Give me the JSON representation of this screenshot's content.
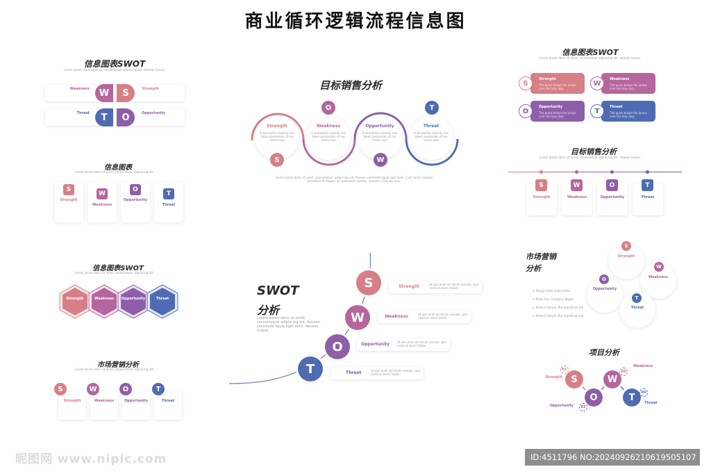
{
  "page_title": "商业循环逻辑流程信息图",
  "letters": {
    "s": "S",
    "w": "W",
    "o": "O",
    "t": "T"
  },
  "labels": {
    "strength": "Strength",
    "weakness": "Weakness",
    "opportunity": "Opportunity",
    "threat": "Threat"
  },
  "panel_swot_top": {
    "title": "信息图表SWOT"
  },
  "panel_info": {
    "title": "信息图表"
  },
  "panel_hex": {
    "title": "信息图表SWOT"
  },
  "panel_market": {
    "title": "市场营销分析"
  },
  "panel_sales_center": {
    "title": "目标销售分析",
    "desc": "A wonderful serenity has taken possession of my entire soul",
    "footer": "Lorem ipsum dolor sit amet, consectetuer adipiscing elit, Aenean commodo ligula eget dolor. Cum sociis natoque penatibus et magnis dis parturient montes, nascetur ridiculus mus."
  },
  "panel_swot_center": {
    "title_line1": "SWOT",
    "title_line2": "分析",
    "desc": "Lorem ipsum dolor sit amet, consectetuer adipiscing elit, Aenean commodo ligula eget dolor. Aenean massa.",
    "row_text": "Ut wisi enim ad minim veniam, quis nostrud exerci tation"
  },
  "panel_swot_right": {
    "title": "信息图表SWOT",
    "desc": "The quick brown fox jumps over the lazy dog."
  },
  "panel_sales_right": {
    "title": "目标销售分析"
  },
  "panel_market_right": {
    "title_line1": "市场营销",
    "title_line2": "分析",
    "checks": [
      "Design Adds Value Faster",
      "Make Your Company Bigger",
      "Make It Simple, But Significant Job",
      "Make It Simple, But Significant Job"
    ]
  },
  "panel_project": {
    "title": "项目分析",
    "nums": [
      "01",
      "02",
      "03",
      "04"
    ]
  },
  "watermark": {
    "left": "昵图网 www.nipic.com",
    "right": "ID:4511796 NO:20240926210619505107"
  }
}
